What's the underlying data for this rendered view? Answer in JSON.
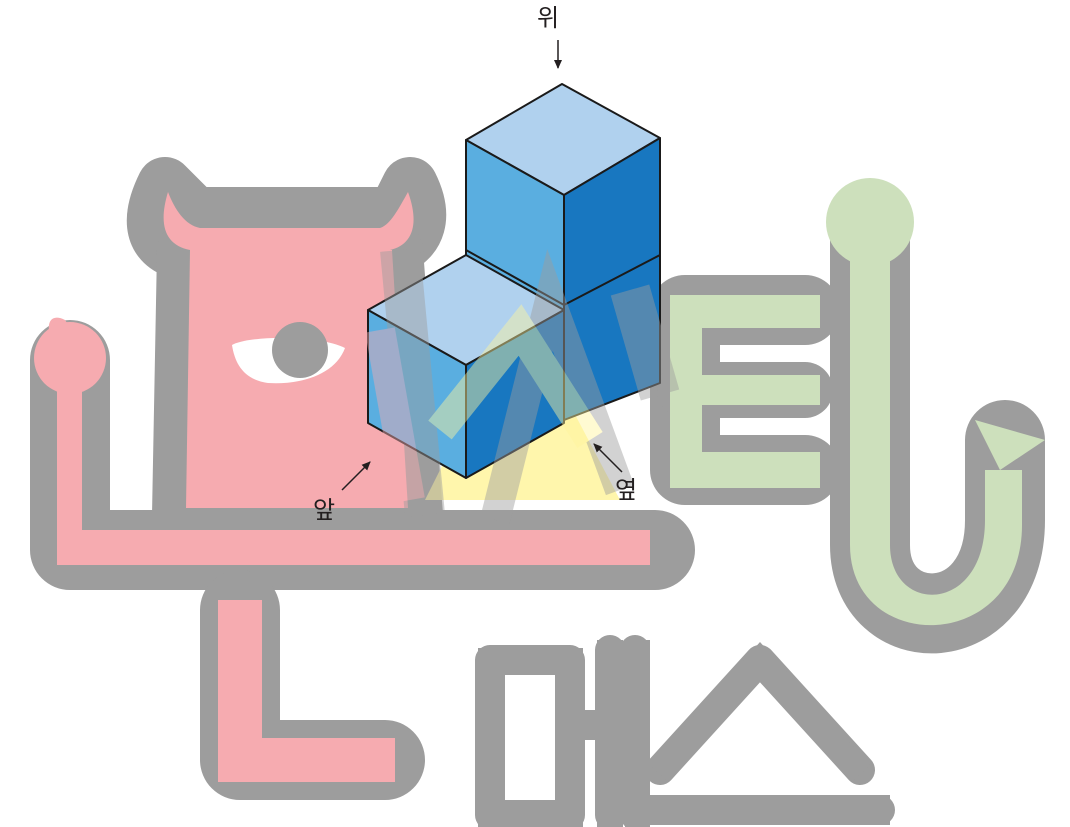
{
  "labels": {
    "top": "위",
    "front": "앞",
    "side": "옆"
  },
  "watermark": {
    "text": "노벨티 매스",
    "colors": {
      "outline": "#9d9d9d",
      "pink": "#f6abb0",
      "green": "#cde0bc",
      "yellow": "#fff59d",
      "white": "#ffffff"
    }
  },
  "cubes": {
    "count": 3,
    "colors": {
      "top_face": "#b0d1ee",
      "left_face": "#5aaee0",
      "right_face": "#1877c0",
      "edge": "#1a1a1a"
    }
  }
}
